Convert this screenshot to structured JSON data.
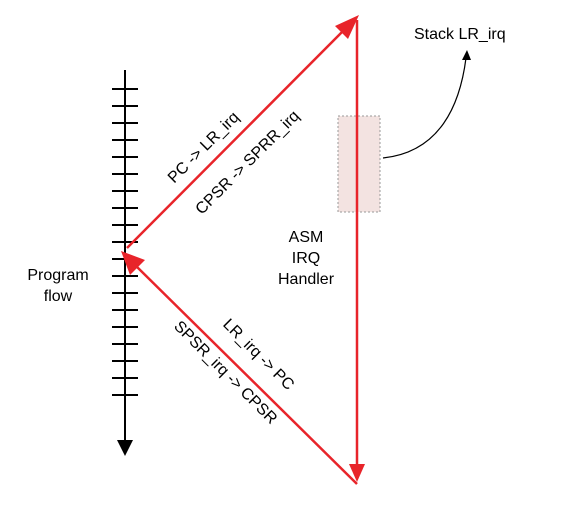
{
  "labels": {
    "program_flow_line1": "Program",
    "program_flow_line2": "flow",
    "stack_lr_irq": "Stack LR_irq",
    "handler_line1": "ASM",
    "handler_line2": "IRQ",
    "handler_line3": "Handler",
    "entry_pc": "PC -> LR_irq",
    "entry_cpsr": "CPSR -> SPRR_irq",
    "exit_lr": "LR_irq -> PC",
    "exit_spsr": "SPSR_irq -> CPSR"
  },
  "colors": {
    "arrow": "#e8242a",
    "timeline": "#000000",
    "stack_fill": "#f3e3e1",
    "stack_border": "#999999",
    "text": "#000000"
  },
  "icons": {
    "timeline_arrowhead": "arrow-down-icon",
    "stack_pointer": "curved-arrow-icon"
  }
}
